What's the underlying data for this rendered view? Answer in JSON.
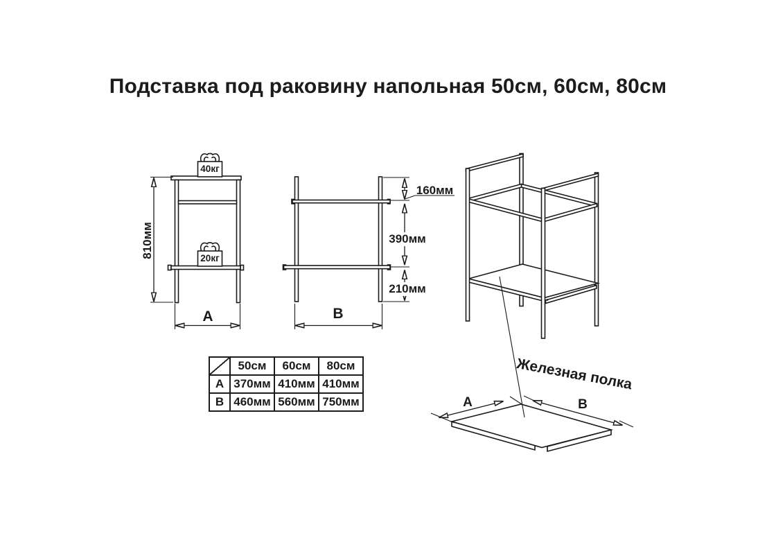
{
  "title": "Подставка под раковину напольная 50см, 60см, 80см",
  "front_view": {
    "height": "810мм",
    "width": "A",
    "top_load": "40кг",
    "shelf_load": "20кг"
  },
  "side_view": {
    "width": "B",
    "rail_offset": "160мм",
    "shelf_gap": "390мм",
    "floor_gap": "210мм"
  },
  "iso_view": {
    "callout": "Железная полка"
  },
  "shelf_view": {
    "depth": "A",
    "width": "B"
  },
  "size_table": {
    "columns": [
      "50см",
      "60см",
      "80см"
    ],
    "rows": [
      {
        "label": "A",
        "values": [
          "370мм",
          "410мм",
          "410мм"
        ]
      },
      {
        "label": "B",
        "values": [
          "460мм",
          "560мм",
          "750мм"
        ]
      }
    ]
  },
  "colors": {
    "line": "#1a1a1a",
    "background": "#ffffff"
  }
}
